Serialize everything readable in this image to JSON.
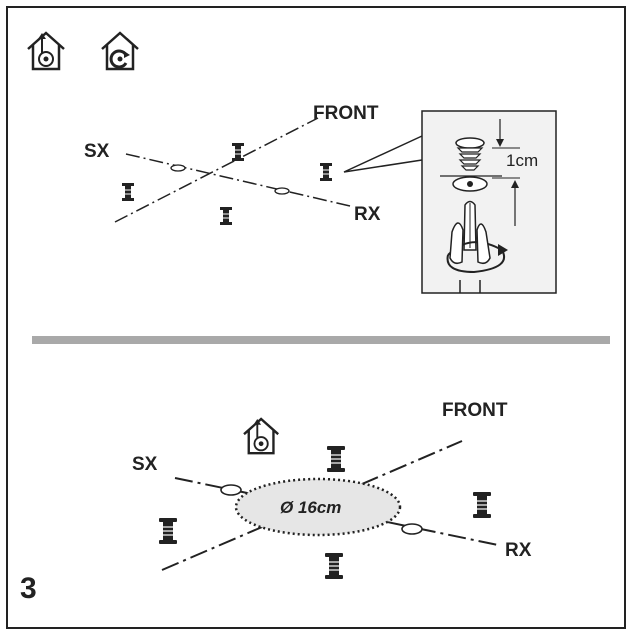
{
  "top": {
    "label_front": "FRONT",
    "label_sx": "SX",
    "label_rx": "RX",
    "detail": {
      "distance_label": "1cm"
    },
    "icons": [
      "house-ducted-exhaust-icon",
      "house-recirculation-icon"
    ]
  },
  "bottom": {
    "label_front": "FRONT",
    "label_sx": "SX",
    "label_rx": "RX",
    "hole_label": "Ø 16cm",
    "icons": [
      "house-ducted-exhaust-icon"
    ]
  },
  "step_number": "3",
  "colors": {
    "line": "#222222",
    "divider": "#a9a9a9",
    "hole_fill": "#e6e6e6",
    "detail_bg": "#f2f2f2"
  }
}
